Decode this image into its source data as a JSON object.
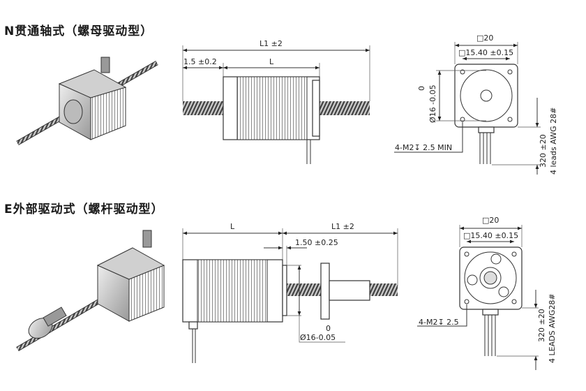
{
  "section_n": {
    "title": "N贯通轴式（螺母驱动型）",
    "dim_l1": "L1 ±2",
    "dim_offset": "1.5 ±0.2",
    "dim_l": "L",
    "front": {
      "square": "□20",
      "hole_pitch": "□15.40 ±0.15",
      "boss_tol_upper": "0",
      "boss_dia": "Ø16 -0.05",
      "screw_holes": "4-M2↧ 2.5 MIN",
      "lead_length": "320 ±20",
      "leads": "4 leads AWG 28#"
    }
  },
  "section_e": {
    "title": "E外部驱动式（螺杆驱动型）",
    "dim_l": "L",
    "dim_l1": "L1 ±2",
    "dim_offset": "1.50 ±0.25",
    "boss_tol_upper": "0",
    "boss_dia": "Ø16-0.05",
    "front": {
      "square": "□20",
      "hole_pitch": "□15.40 ±0.15",
      "screw_holes": "4-M2↧  2.5",
      "lead_length": "320 ±20",
      "leads": "4 LEADS AWG28#"
    }
  }
}
